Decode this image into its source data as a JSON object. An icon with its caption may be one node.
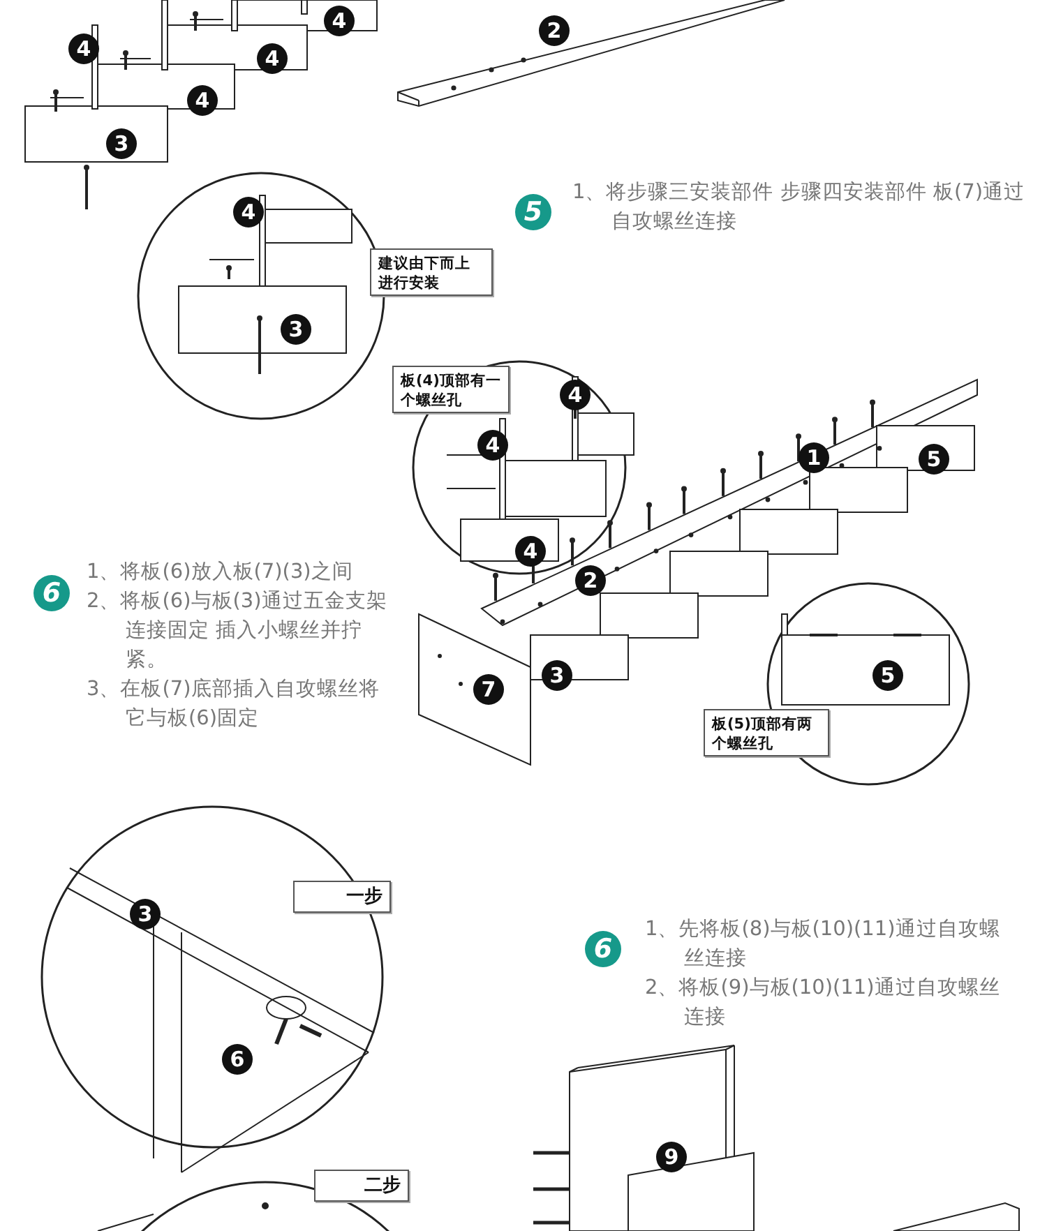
{
  "diagram": {
    "nodes": [
      {
        "text": [
          "4"
        ]
      },
      {
        "text": [
          "2"
        ]
      },
      {
        "text": [
          "4"
        ]
      },
      {
        "text": [
          "4"
        ]
      },
      {
        "text": [
          "4"
        ]
      },
      {
        "text": [
          "3"
        ]
      },
      {
        "text": [
          "5"
        ],
        "beside": [
          "1、将步骤三安装部件 步骤四安装部件 板(7)通过自攻螺丝连接"
        ]
      },
      {
        "text": [
          "4"
        ]
      },
      {
        "text": [
          "建议由下而上进行安装"
        ]
      },
      {
        "text": [
          "3"
        ]
      },
      {
        "text": [
          "板(4)顶部有一个螺丝孔"
        ]
      },
      {
        "text": [
          "4"
        ]
      },
      {
        "text": [
          "4"
        ]
      },
      {
        "text": [
          "1"
        ]
      },
      {
        "text": [
          "5"
        ]
      },
      {
        "text": [
          "4"
        ]
      },
      {
        "text": [
          "6"
        ],
        "beside": [
          "1、将板(6)放入板(7)(3)之间",
          "2、将板(6)与板(3)通过五金支架连接固定 插入小螺丝并拧紧。",
          "3、在板(7)底部插入自攻螺丝将它与板(6)固定"
        ]
      },
      {
        "text": [
          "2"
        ]
      },
      {
        "text": [
          "5"
        ]
      },
      {
        "text": [
          "3"
        ]
      },
      {
        "text": [
          "7"
        ]
      },
      {
        "text": [
          "板(5)顶部有两个螺丝孔"
        ]
      },
      {
        "text": [
          "一步"
        ]
      },
      {
        "text": [
          "3"
        ]
      },
      {
        "text": [
          "6"
        ],
        "beside": [
          "1、先将板(8)与板(10)(11)通过自攻螺丝连接",
          "2、将板(9)与板(10)(11)通过自攻螺丝连接"
        ]
      },
      {
        "text": [
          "6"
        ]
      },
      {
        "text": [
          "9"
        ]
      },
      {
        "text": [
          "二步"
        ]
      }
    ]
  }
}
